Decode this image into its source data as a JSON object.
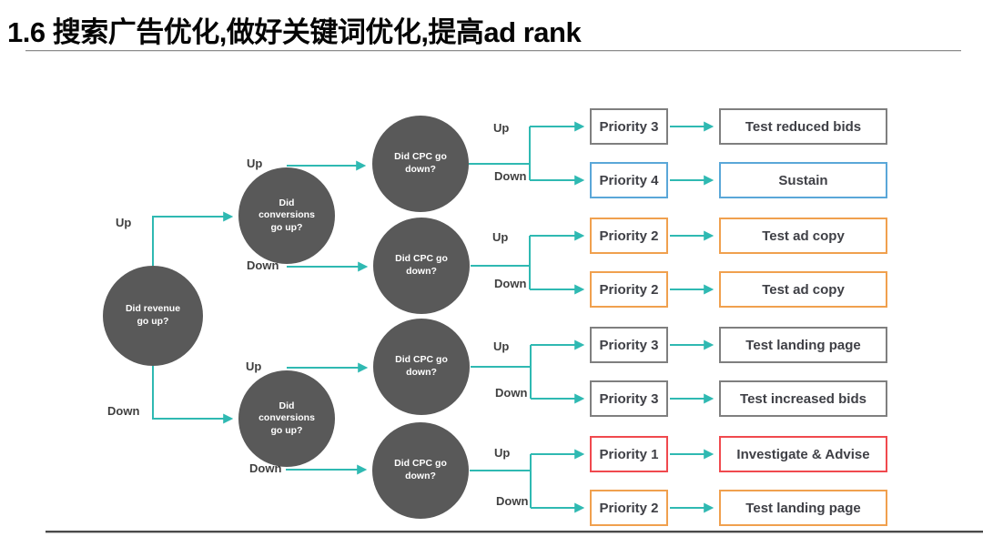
{
  "title": "1.6 搜索广告优化,做好关键词优化,提高ad rank",
  "edge_labels": {
    "up": "Up",
    "down": "Down"
  },
  "nodes": {
    "revenue": "Did revenue\ngo up?",
    "conversions_up": "Did\nconversions\ngo up?",
    "conversions_down": "Did\nconversions\ngo up?",
    "cpc_1": "Did CPC go\ndown?",
    "cpc_2": "Did CPC go\ndown?",
    "cpc_3": "Did CPC go\ndown?",
    "cpc_4": "Did CPC go\ndown?"
  },
  "rows": [
    {
      "priority": "Priority 3",
      "action": "Test reduced bids",
      "color": "gray"
    },
    {
      "priority": "Priority 4",
      "action": "Sustain",
      "color": "blue"
    },
    {
      "priority": "Priority 2",
      "action": "Test ad copy",
      "color": "orange"
    },
    {
      "priority": "Priority 2",
      "action": "Test ad copy",
      "color": "orange"
    },
    {
      "priority": "Priority 3",
      "action": "Test landing page",
      "color": "gray"
    },
    {
      "priority": "Priority 3",
      "action": "Test increased bids",
      "color": "gray"
    },
    {
      "priority": "Priority 1",
      "action": "Investigate & Advise",
      "color": "red"
    },
    {
      "priority": "Priority 2",
      "action": "Test landing page",
      "color": "orange"
    }
  ],
  "colors": {
    "arrow": "#2FB9B2",
    "node_fill": "#595959",
    "node_text": "#FFFFFF",
    "gray": "#7F7F7F",
    "blue": "#5AA7D8",
    "orange": "#F0A04E",
    "red": "#F0494E",
    "box_text": "#3F4046",
    "title_text": "#050505"
  }
}
